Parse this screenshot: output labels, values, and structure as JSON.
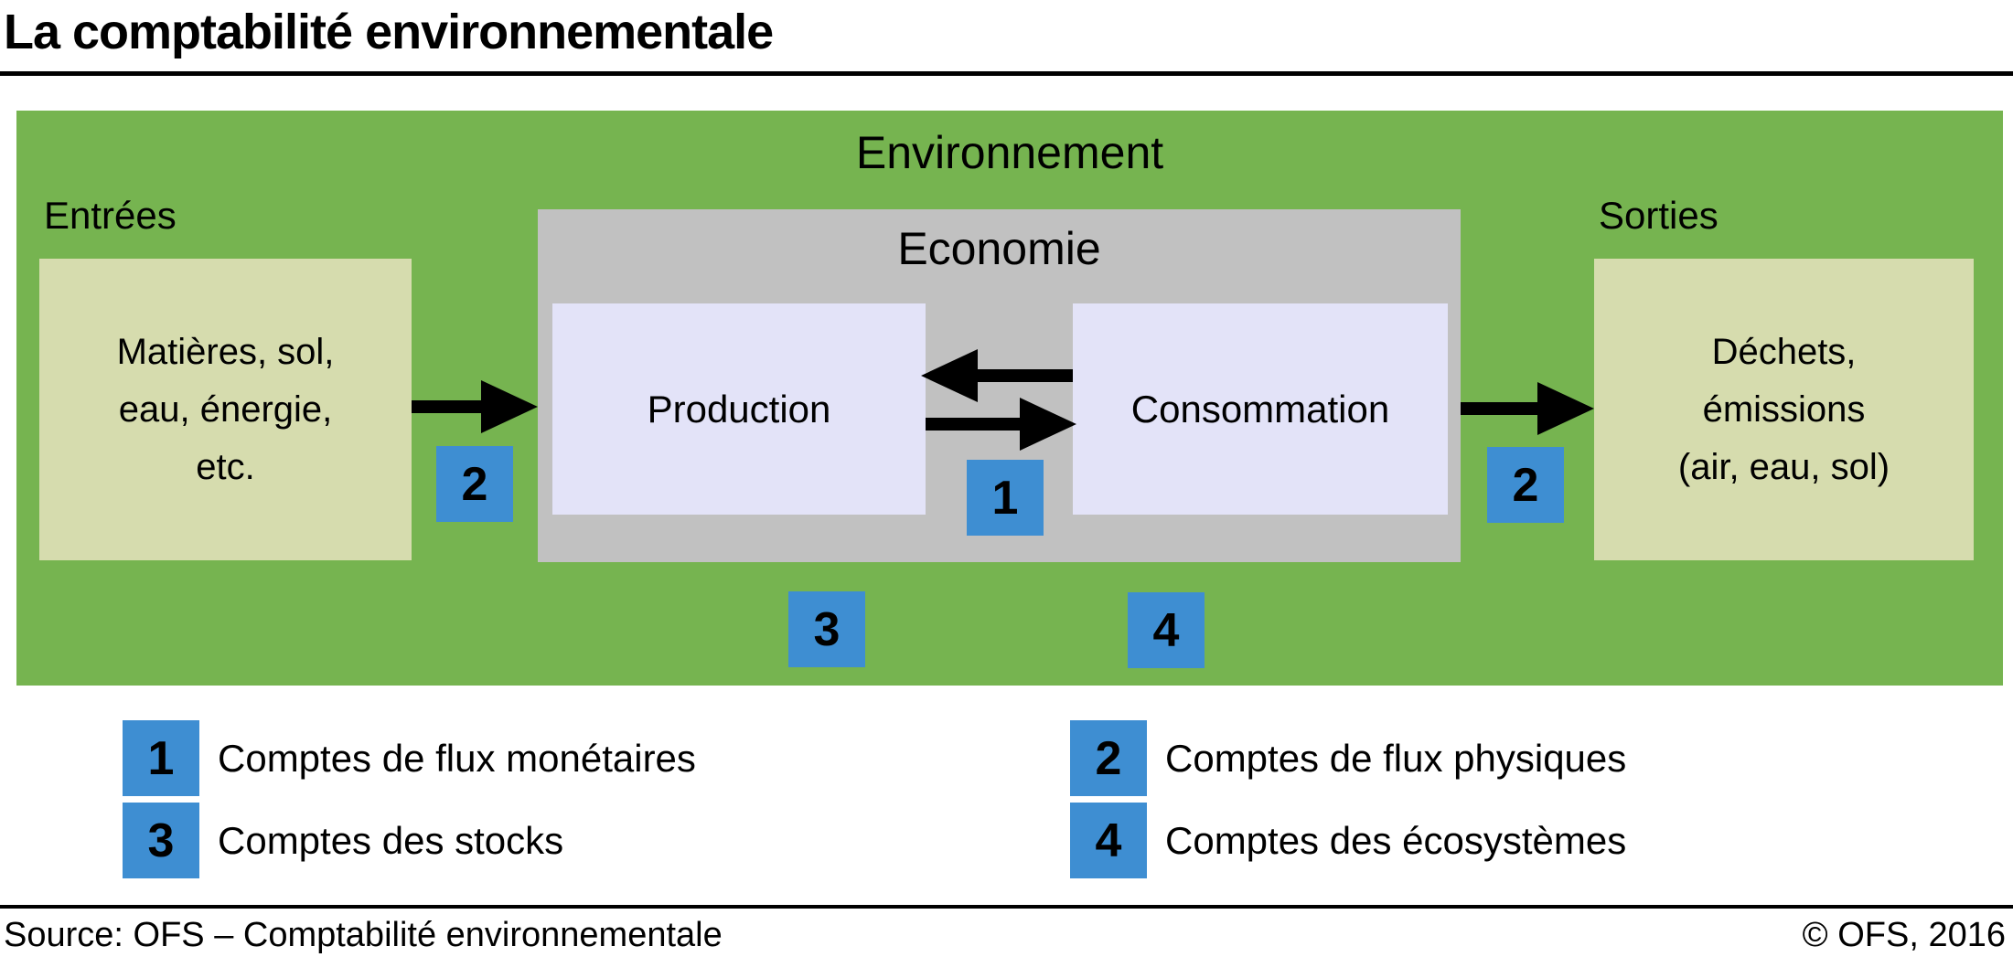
{
  "title": "La comptabilité environnementale",
  "diagram": {
    "environment_label": "Environnement",
    "economy_label": "Economie",
    "inputs_label": "Entrées",
    "outputs_label": "Sorties",
    "input_box_lines": [
      "Matières, sol,",
      "eau, énergie,",
      "etc."
    ],
    "output_box_lines": [
      "Déchets,",
      "émissions",
      "(air, eau, sol)"
    ],
    "production_label": "Production",
    "consumption_label": "Consommation",
    "badges": {
      "physical_flow_left": "2",
      "monetary_flow": "1",
      "physical_flow_right": "2",
      "stocks": "3",
      "ecosystems": "4"
    }
  },
  "legend": {
    "items": [
      {
        "number": "1",
        "label": "Comptes de flux monétaires"
      },
      {
        "number": "2",
        "label": "Comptes de flux physiques"
      },
      {
        "number": "3",
        "label": "Comptes des stocks"
      },
      {
        "number": "4",
        "label": "Comptes des écosystèmes"
      }
    ]
  },
  "footer": {
    "source": "Source: OFS – Comptabilité environnementale",
    "copyright": "© OFS, 2016"
  },
  "colors": {
    "green": "#76b450",
    "light_green": "#d6dcae",
    "gray": "#c1c1c1",
    "lavender": "#e3e3f8",
    "blue": "#3e8ed2"
  }
}
